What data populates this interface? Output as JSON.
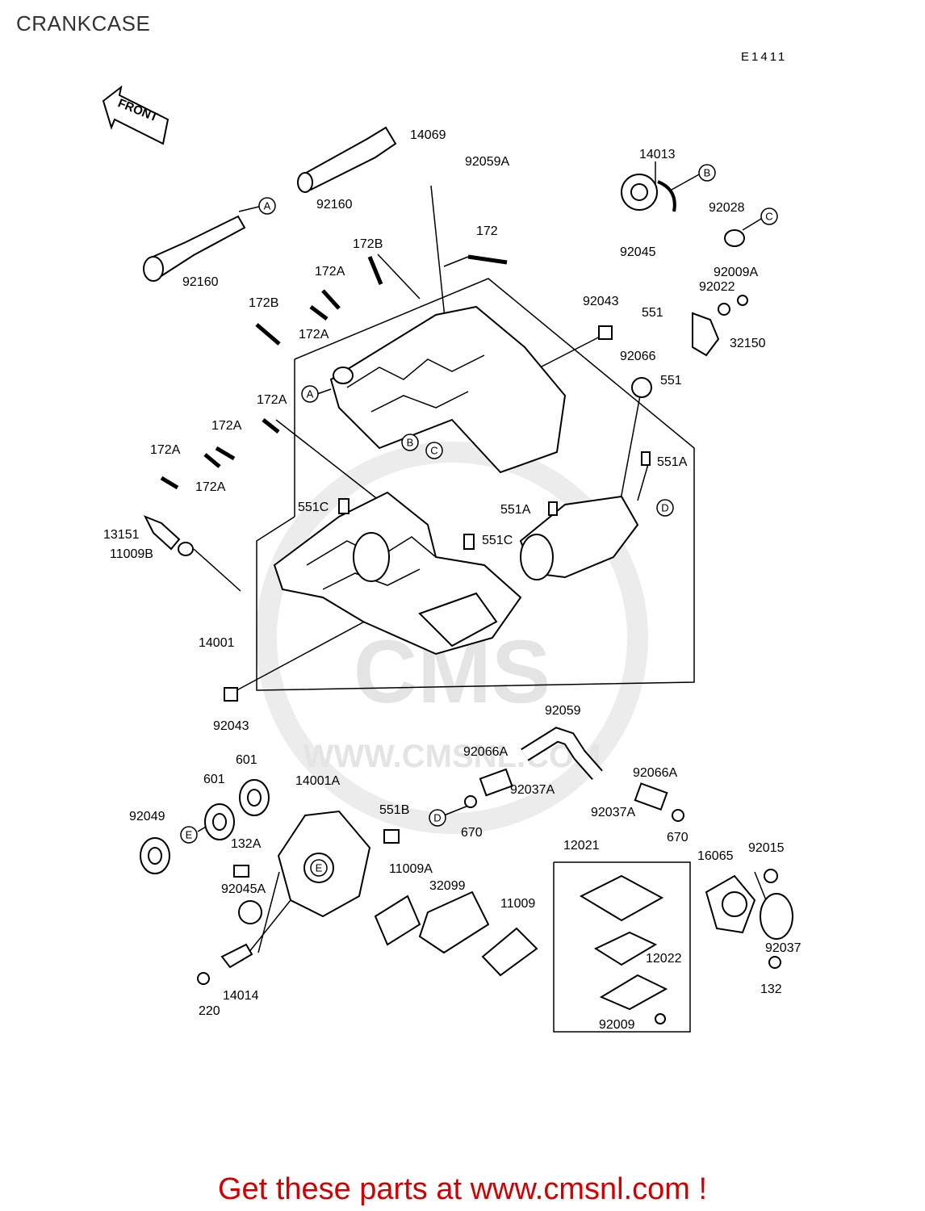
{
  "title": "CRANKCASE",
  "diagram_code": "E1411",
  "front_label": "FRONT",
  "watermark": {
    "logo_text": "CMS",
    "url_text": "WWW.CMSNL.COM"
  },
  "footer": "Get these parts at www.cmsnl.com !",
  "callouts": [
    "A",
    "B",
    "C",
    "D",
    "E"
  ],
  "part_labels": [
    {
      "id": "l01",
      "text": "14069"
    },
    {
      "id": "l02",
      "text": "92059A"
    },
    {
      "id": "l03",
      "text": "92160"
    },
    {
      "id": "l04",
      "text": "92160"
    },
    {
      "id": "l05",
      "text": "14013"
    },
    {
      "id": "l06",
      "text": "92028"
    },
    {
      "id": "l07",
      "text": "92045"
    },
    {
      "id": "l08",
      "text": "172B"
    },
    {
      "id": "l09",
      "text": "172"
    },
    {
      "id": "l10",
      "text": "172A"
    },
    {
      "id": "l11",
      "text": "172B"
    },
    {
      "id": "l12",
      "text": "172A"
    },
    {
      "id": "l13",
      "text": "92009A"
    },
    {
      "id": "l14",
      "text": "92022"
    },
    {
      "id": "l15",
      "text": "92043"
    },
    {
      "id": "l16",
      "text": "551"
    },
    {
      "id": "l17",
      "text": "32150"
    },
    {
      "id": "l18",
      "text": "92066"
    },
    {
      "id": "l19",
      "text": "551"
    },
    {
      "id": "l20",
      "text": "172A"
    },
    {
      "id": "l21",
      "text": "172A"
    },
    {
      "id": "l22",
      "text": "172A"
    },
    {
      "id": "l23",
      "text": "172A"
    },
    {
      "id": "l24",
      "text": "551A"
    },
    {
      "id": "l25",
      "text": "551C"
    },
    {
      "id": "l26",
      "text": "551A"
    },
    {
      "id": "l27",
      "text": "551C"
    },
    {
      "id": "l28",
      "text": "13151"
    },
    {
      "id": "l29",
      "text": "11009B"
    },
    {
      "id": "l30",
      "text": "14001"
    },
    {
      "id": "l31",
      "text": "92043"
    },
    {
      "id": "l32",
      "text": "92059"
    },
    {
      "id": "l33",
      "text": "601"
    },
    {
      "id": "l34",
      "text": "601"
    },
    {
      "id": "l35",
      "text": "14001A"
    },
    {
      "id": "l36",
      "text": "92066A"
    },
    {
      "id": "l37",
      "text": "92049"
    },
    {
      "id": "l38",
      "text": "92037A"
    },
    {
      "id": "l39",
      "text": "92066A"
    },
    {
      "id": "l40",
      "text": "551B"
    },
    {
      "id": "l41",
      "text": "670"
    },
    {
      "id": "l42",
      "text": "92037A"
    },
    {
      "id": "l43",
      "text": "670"
    },
    {
      "id": "l44",
      "text": "132A"
    },
    {
      "id": "l45",
      "text": "12021"
    },
    {
      "id": "l46",
      "text": "16065"
    },
    {
      "id": "l47",
      "text": "92015"
    },
    {
      "id": "l48",
      "text": "92045A"
    },
    {
      "id": "l49",
      "text": "11009A"
    },
    {
      "id": "l50",
      "text": "32099"
    },
    {
      "id": "l51",
      "text": "11009"
    },
    {
      "id": "l52",
      "text": "92037"
    },
    {
      "id": "l53",
      "text": "12022"
    },
    {
      "id": "l54",
      "text": "132"
    },
    {
      "id": "l55",
      "text": "14014"
    },
    {
      "id": "l56",
      "text": "220"
    },
    {
      "id": "l57",
      "text": "92009"
    }
  ]
}
